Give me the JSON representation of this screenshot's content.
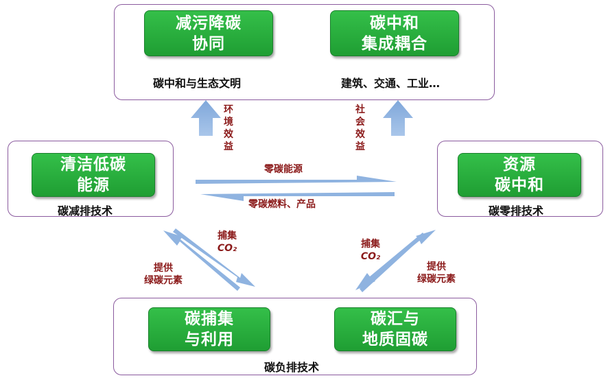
{
  "top_panel": {
    "box_left": {
      "line1": "减污降碳",
      "line2": "协同"
    },
    "box_right": {
      "line1": "碳中和",
      "line2": "集成耦合"
    },
    "note_left": "碳中和与生态文明",
    "note_right": "建筑、交通、工业…"
  },
  "left_panel": {
    "box": {
      "line1": "清洁低碳",
      "line2": "能源"
    },
    "note": "碳减排技术"
  },
  "right_panel": {
    "box": {
      "line1": "资源",
      "line2": "碳中和"
    },
    "note": "碳零排技术"
  },
  "bottom_panel": {
    "box_left": {
      "line1": "碳捕集",
      "line2": "与利用"
    },
    "box_right": {
      "line1": "碳汇与",
      "line2": "地质固碳"
    },
    "note": "碳负排技术"
  },
  "labels": {
    "env_benefit": "环境效益",
    "social_benefit": "社会效益",
    "zero_carbon_energy": "零碳能源",
    "zero_carbon_fuel": "零碳燃料、产品",
    "capture_left": "捕集",
    "co2_left": "CO₂",
    "provide_left_1": "提供",
    "provide_left_2": "绿碳元素",
    "capture_right": "捕集",
    "co2_right": "CO₂",
    "provide_right_1": "提供",
    "provide_right_2": "绿碳元素"
  },
  "colors": {
    "panel_border": "#8a5a9e",
    "box_green": "#2bb040",
    "arrow_blue": "#8fb3e0",
    "label_red": "#8b1a1a"
  }
}
